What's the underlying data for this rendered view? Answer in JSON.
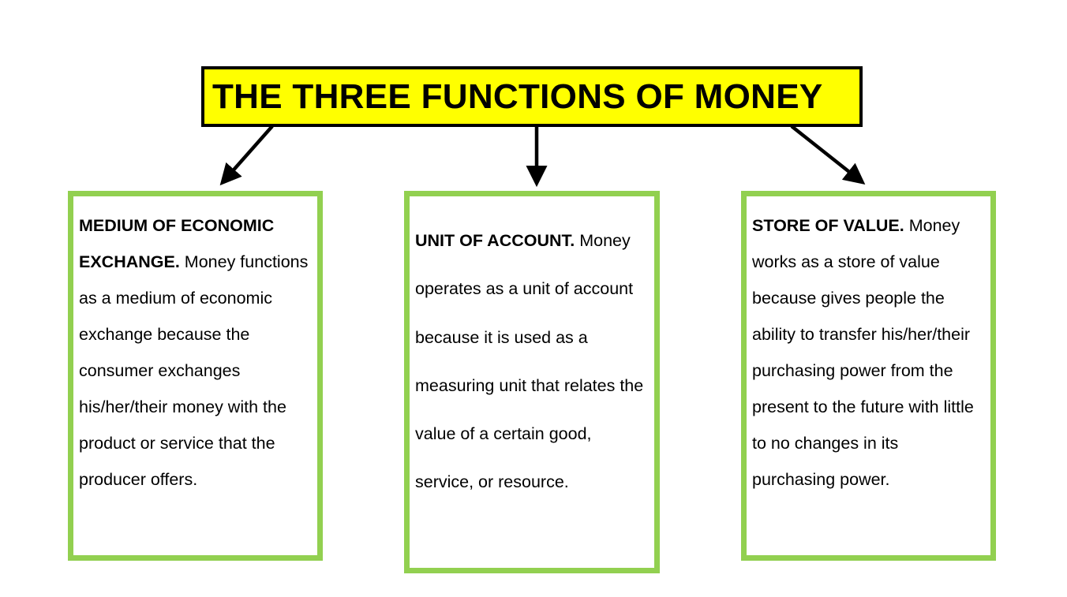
{
  "title": "THE THREE FUNCTIONS OF MONEY",
  "functions": [
    {
      "heading": "MEDIUM OF ECONOMIC EXCHANGE.",
      "body": " Money functions as a medium of economic exchange because the consumer exchanges his/her/their money with the product or service that the producer offers."
    },
    {
      "heading": "UNIT OF ACCOUNT.",
      "body": " Money operates as a unit of account because it is used as a measuring unit that relates the value of a certain good, service, or resource."
    },
    {
      "heading": "STORE OF VALUE.",
      "body": " Money works as a store of value because gives people the ability to transfer his/her/their purchasing power from the present to the future with little to no changes in its purchasing power."
    }
  ],
  "colors": {
    "title_fill": "#ffff00",
    "title_border": "#000000",
    "card_border": "#92d050",
    "arrow": "#000000"
  }
}
